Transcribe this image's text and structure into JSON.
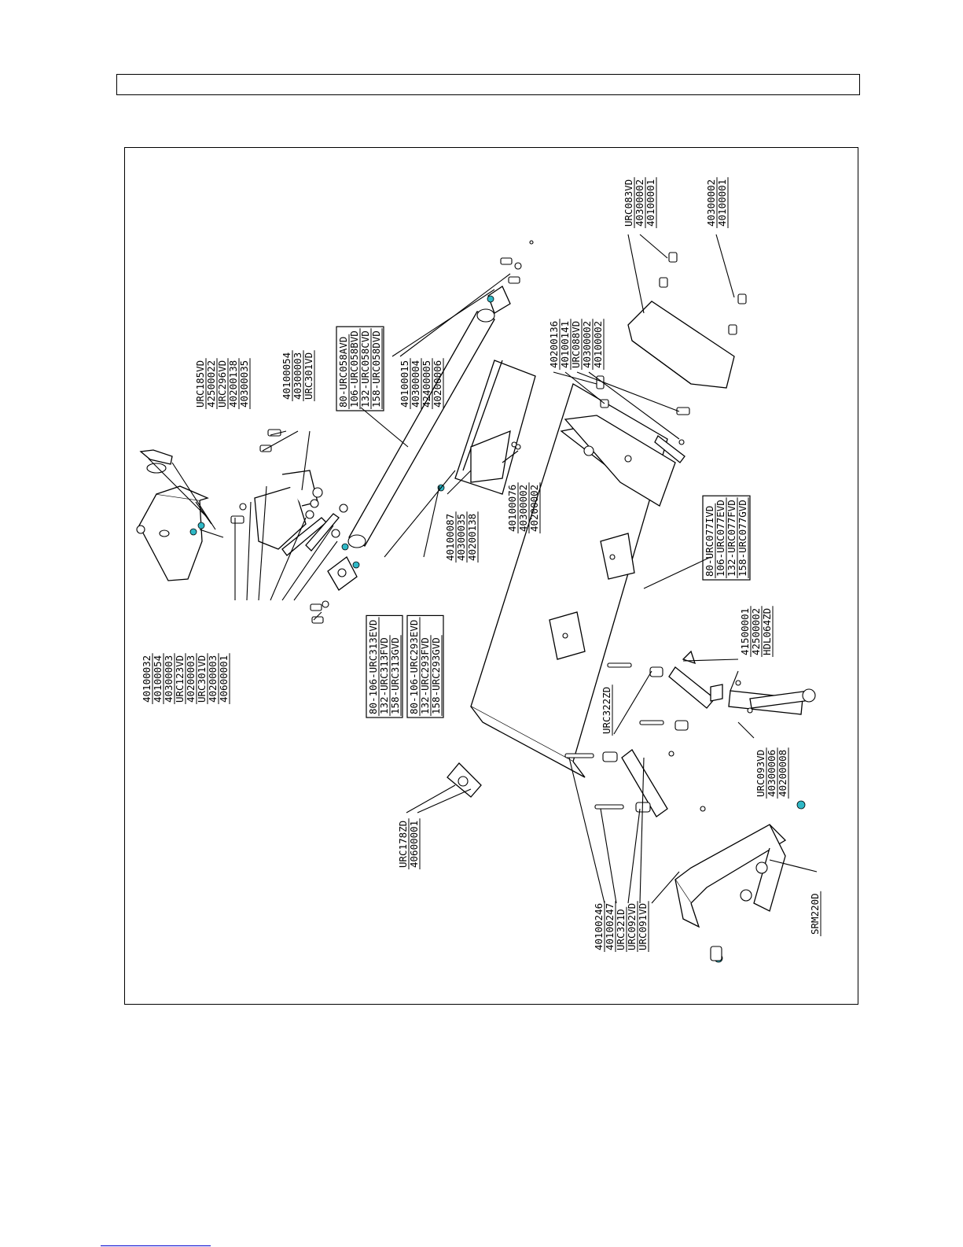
{
  "header": {
    "title": ""
  },
  "labels": {
    "g_left_top": [
      "URC185VD",
      "42500022",
      "URC296VD",
      "40200138",
      "40300035"
    ],
    "g_left_mid": [
      "40100054",
      "40300003",
      "URC301VD"
    ],
    "g_left_bottom": [
      "40100032",
      "40100054",
      "40300003",
      "URC123VD",
      "40200003",
      "URC301VD",
      "40200003",
      "40600001"
    ],
    "g_shaft": [
      "80-URC058AVD",
      "106-URC058BVD",
      "132-URC058CVD",
      "158-URC058DVD"
    ],
    "g_shaft_end": [
      "40100015",
      "40300004",
      "42400005",
      "40200006"
    ],
    "g_tube_313": [
      "80-106-URC313EVD",
      "132-URC313FVD",
      "158-URC313GVD"
    ],
    "g_tube_293": [
      "80-106-URC293EVD",
      "132-URC293FVD",
      "158-URC293GVD"
    ],
    "g_mid_bolts": [
      "40100087",
      "40300035",
      "40200138"
    ],
    "g_mid_bolts2": [
      "40100076",
      "40300002",
      "40200002"
    ],
    "g_cover_bolts": [
      "40200136",
      "40100141",
      "URC088VD",
      "40300002",
      "40100002"
    ],
    "g_guard": [
      "URC083VD",
      "40300002",
      "40100001"
    ],
    "g_guard2": [
      "40300002",
      "40100001"
    ],
    "g_body": [
      "80-URC077IVD",
      "106-URC077EVD",
      "132-URC077FVD",
      "158-URC077GVD"
    ],
    "g_pin": [
      "41500001",
      "42500002",
      "HDL064ZD"
    ],
    "g_link": [
      "URC322ZD"
    ],
    "g_link2": [
      "URC093VD",
      "40300006",
      "40200008"
    ],
    "g_plate": [
      "URC178ZD",
      "40600001"
    ],
    "g_lower": [
      "40100246",
      "40100247",
      "URC321D",
      "URC092VD",
      "URC091VD"
    ],
    "g_frame": [
      "SRM220D"
    ]
  }
}
